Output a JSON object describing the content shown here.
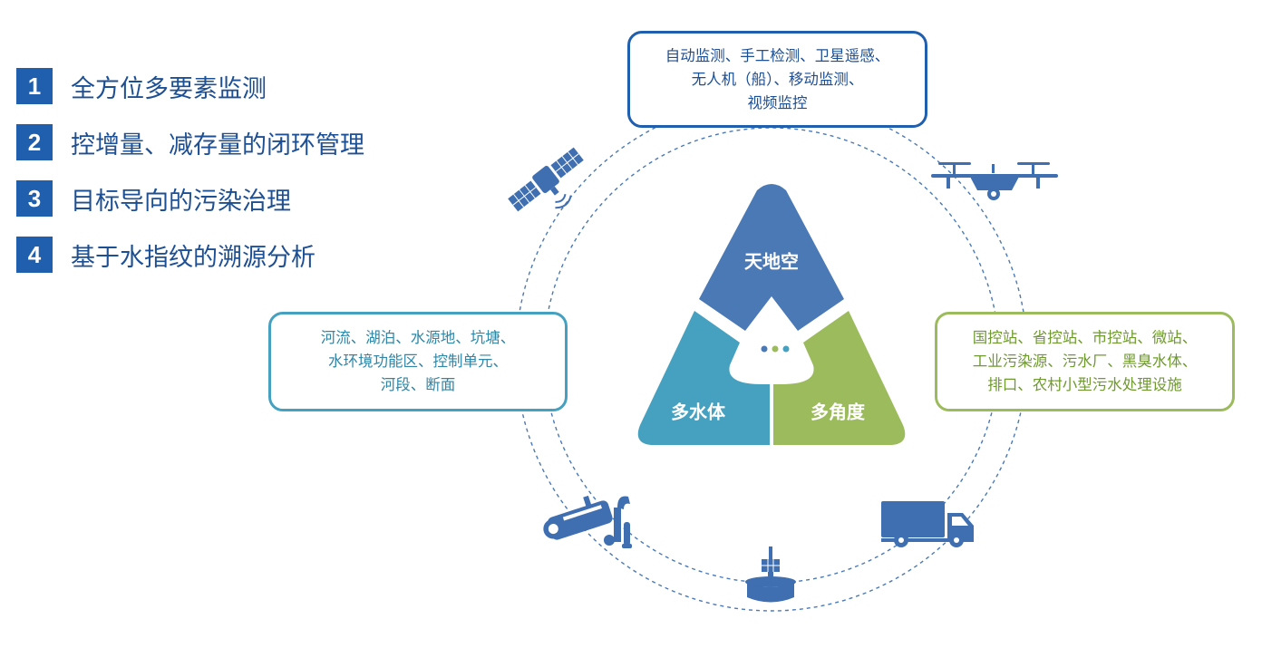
{
  "features": [
    {
      "num": "1",
      "text": "全方位多要素监测"
    },
    {
      "num": "2",
      "text": "控增量、减存量的闭环管理"
    },
    {
      "num": "3",
      "text": "目标导向的污染治理"
    },
    {
      "num": "4",
      "text": "基于水指纹的溯源分析"
    }
  ],
  "triangle": {
    "top": "天地空",
    "left": "多水体",
    "right": "多角度"
  },
  "boxes": {
    "top": [
      "自动监测、手工检测、卫星遥感、",
      "无人机（船）、移动监测、",
      "视频监控"
    ],
    "left": [
      "河流、湖泊、水源地、坑塘、",
      "水环境功能区、控制单元、",
      "河段、断面"
    ],
    "right": [
      "国控站、省控站、市控站、微站、",
      "工业污染源、污水厂、黑臭水体、",
      "排口、农村小型污水处理设施"
    ]
  },
  "colors": {
    "dark_blue": "#1f5fae",
    "segment_top": "#4a79b5",
    "segment_left": "#45a1bf",
    "segment_right": "#9bbb5c",
    "icon_blue": "#3f6fb0"
  },
  "icons": [
    "satellite-icon",
    "drone-icon",
    "cctv-camera-icon",
    "buoy-station-icon",
    "truck-icon"
  ]
}
